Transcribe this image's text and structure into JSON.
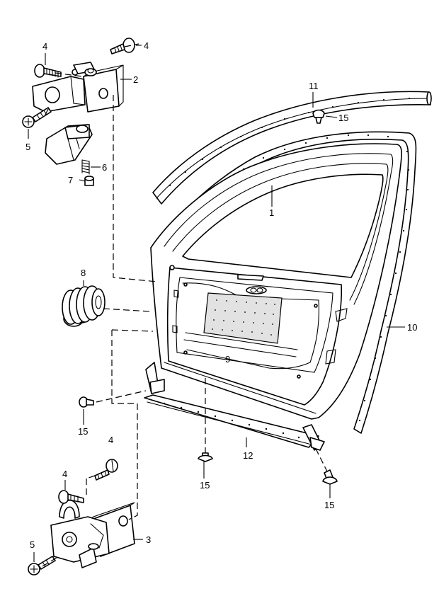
{
  "callouts": {
    "c1": "1",
    "c2": "2",
    "c3": "3",
    "c4a": "4",
    "c4b": "4",
    "c4c": "4",
    "c4d": "4",
    "c5a": "5",
    "c5b": "5",
    "c6": "6",
    "c7": "7",
    "c8": "8",
    "c9": "9",
    "c10": "10",
    "c11": "11",
    "c12": "12",
    "c15a": "15",
    "c15b": "15",
    "c15c": "15",
    "c15d": "15"
  }
}
